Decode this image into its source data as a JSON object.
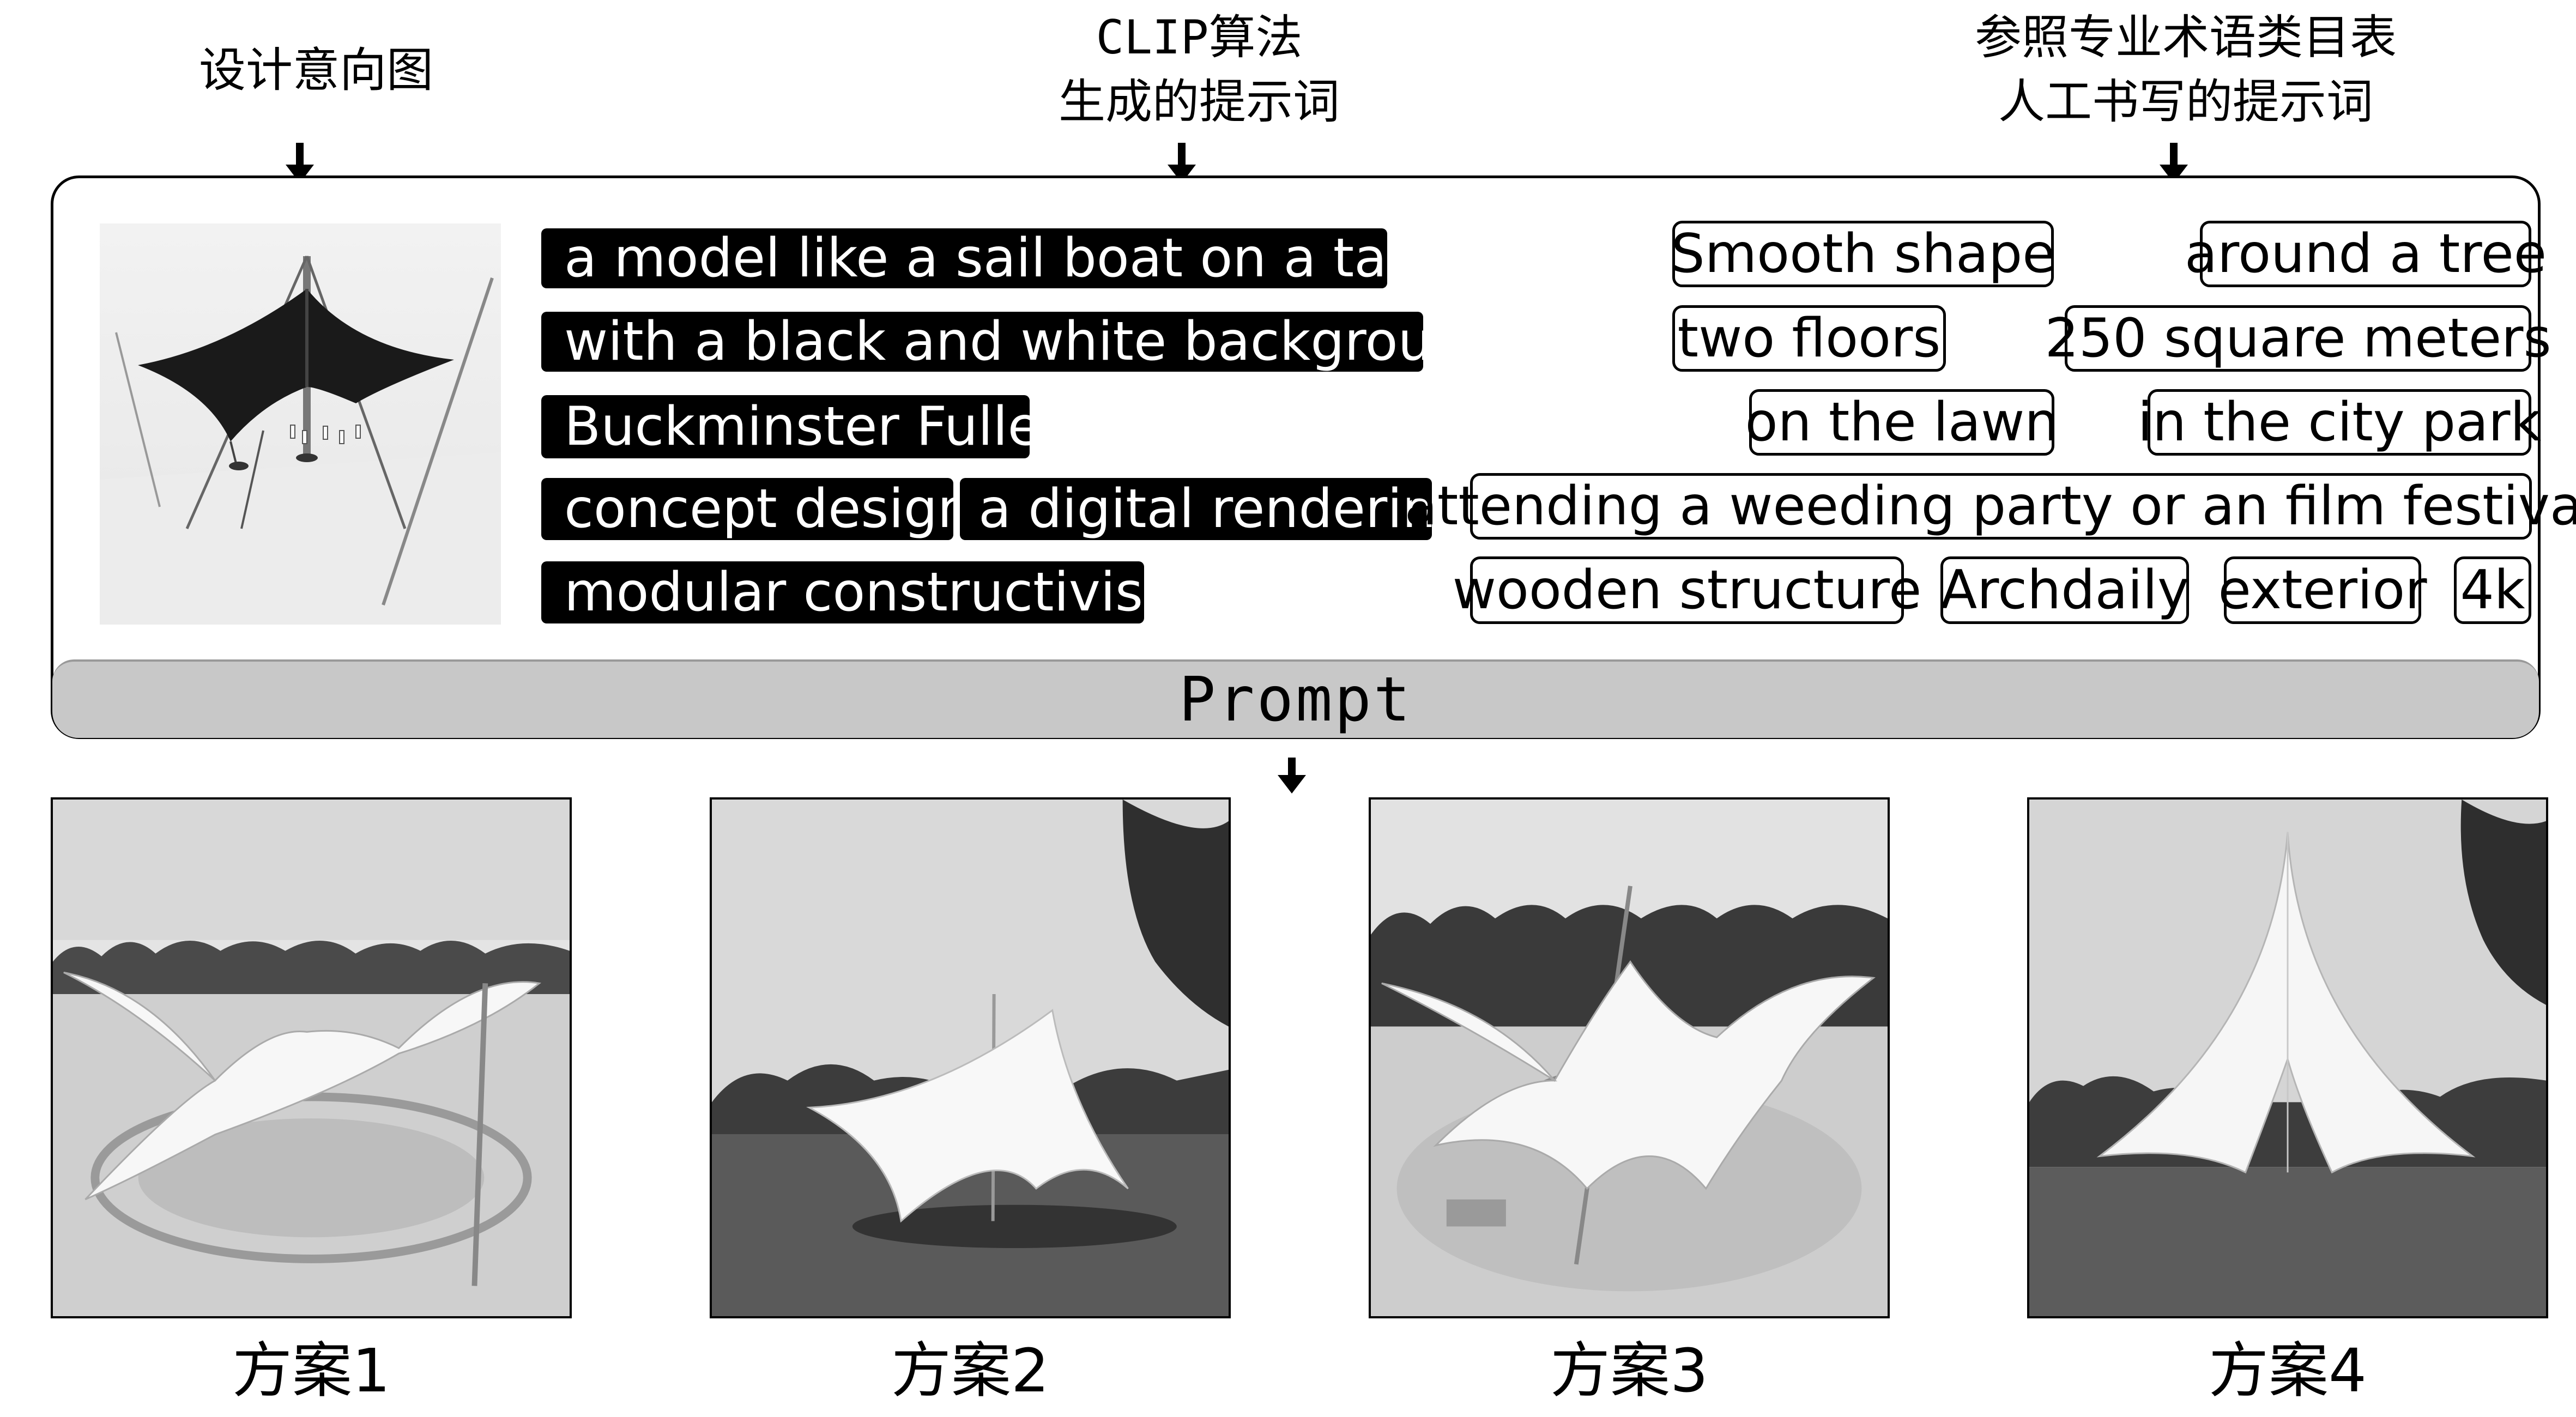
{
  "headers": {
    "intent_image": "设计意向图",
    "clip_line1": "CLIP算法",
    "clip_line2": "生成的提示词",
    "manual_line1": "参照专业术语类目表",
    "manual_line2": "人工书写的提示词"
  },
  "clip_prompts": [
    "a model like a sail boat on a table",
    "with a black and white background",
    "Buckminster Fuller",
    "concept design",
    "a digital rendering",
    "modular constructivism"
  ],
  "manual_prompts": [
    "Smooth shape",
    "around a tree",
    "two floors",
    "250 square meters",
    "on the lawn",
    "in the city park",
    "attending a weeding party or an film festival",
    "wooden structure",
    "Archdaily",
    "exterior",
    "4k"
  ],
  "prompt_label": "Prompt",
  "schemes": [
    "方案1",
    "方案2",
    "方案3",
    "方案4"
  ]
}
